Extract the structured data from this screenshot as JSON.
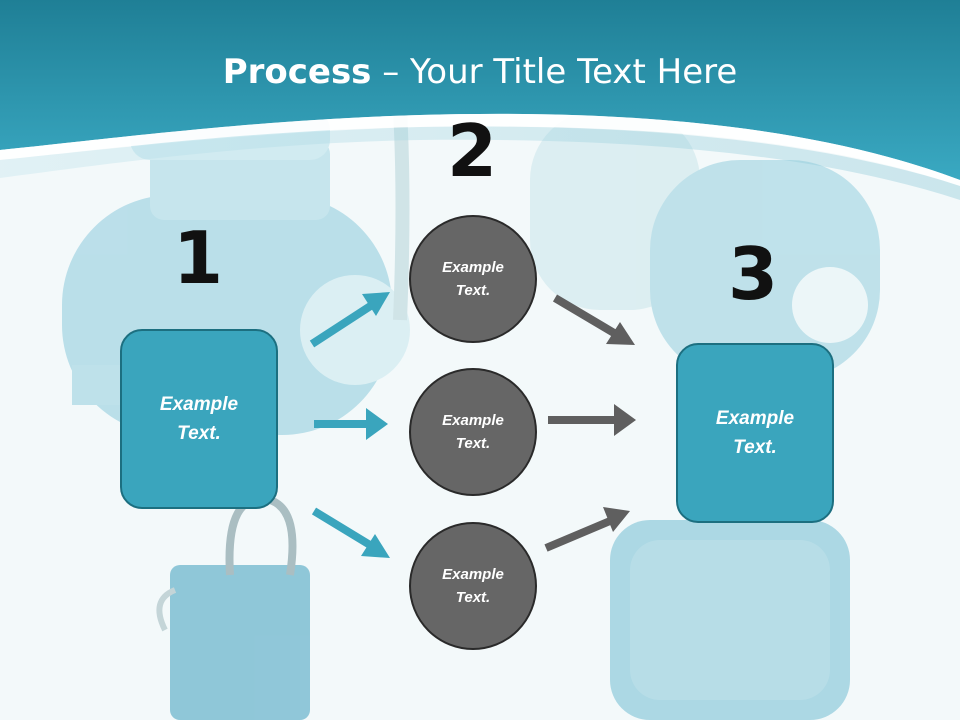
{
  "title": {
    "bold": "Process",
    "rest": " – Your Title Text Here"
  },
  "steps": {
    "one": {
      "number": "1",
      "text": "Example Text."
    },
    "two": {
      "number": "2",
      "items": [
        "Example Text.",
        "Example Text.",
        "Example Text."
      ]
    },
    "three": {
      "number": "3",
      "text": "Example Text."
    }
  },
  "colors": {
    "header": "#2e98ad",
    "box": "#3aa5bd",
    "circle": "#666666",
    "arrow_blue": "#3aa5bd",
    "arrow_gray": "#5f5f5f"
  }
}
